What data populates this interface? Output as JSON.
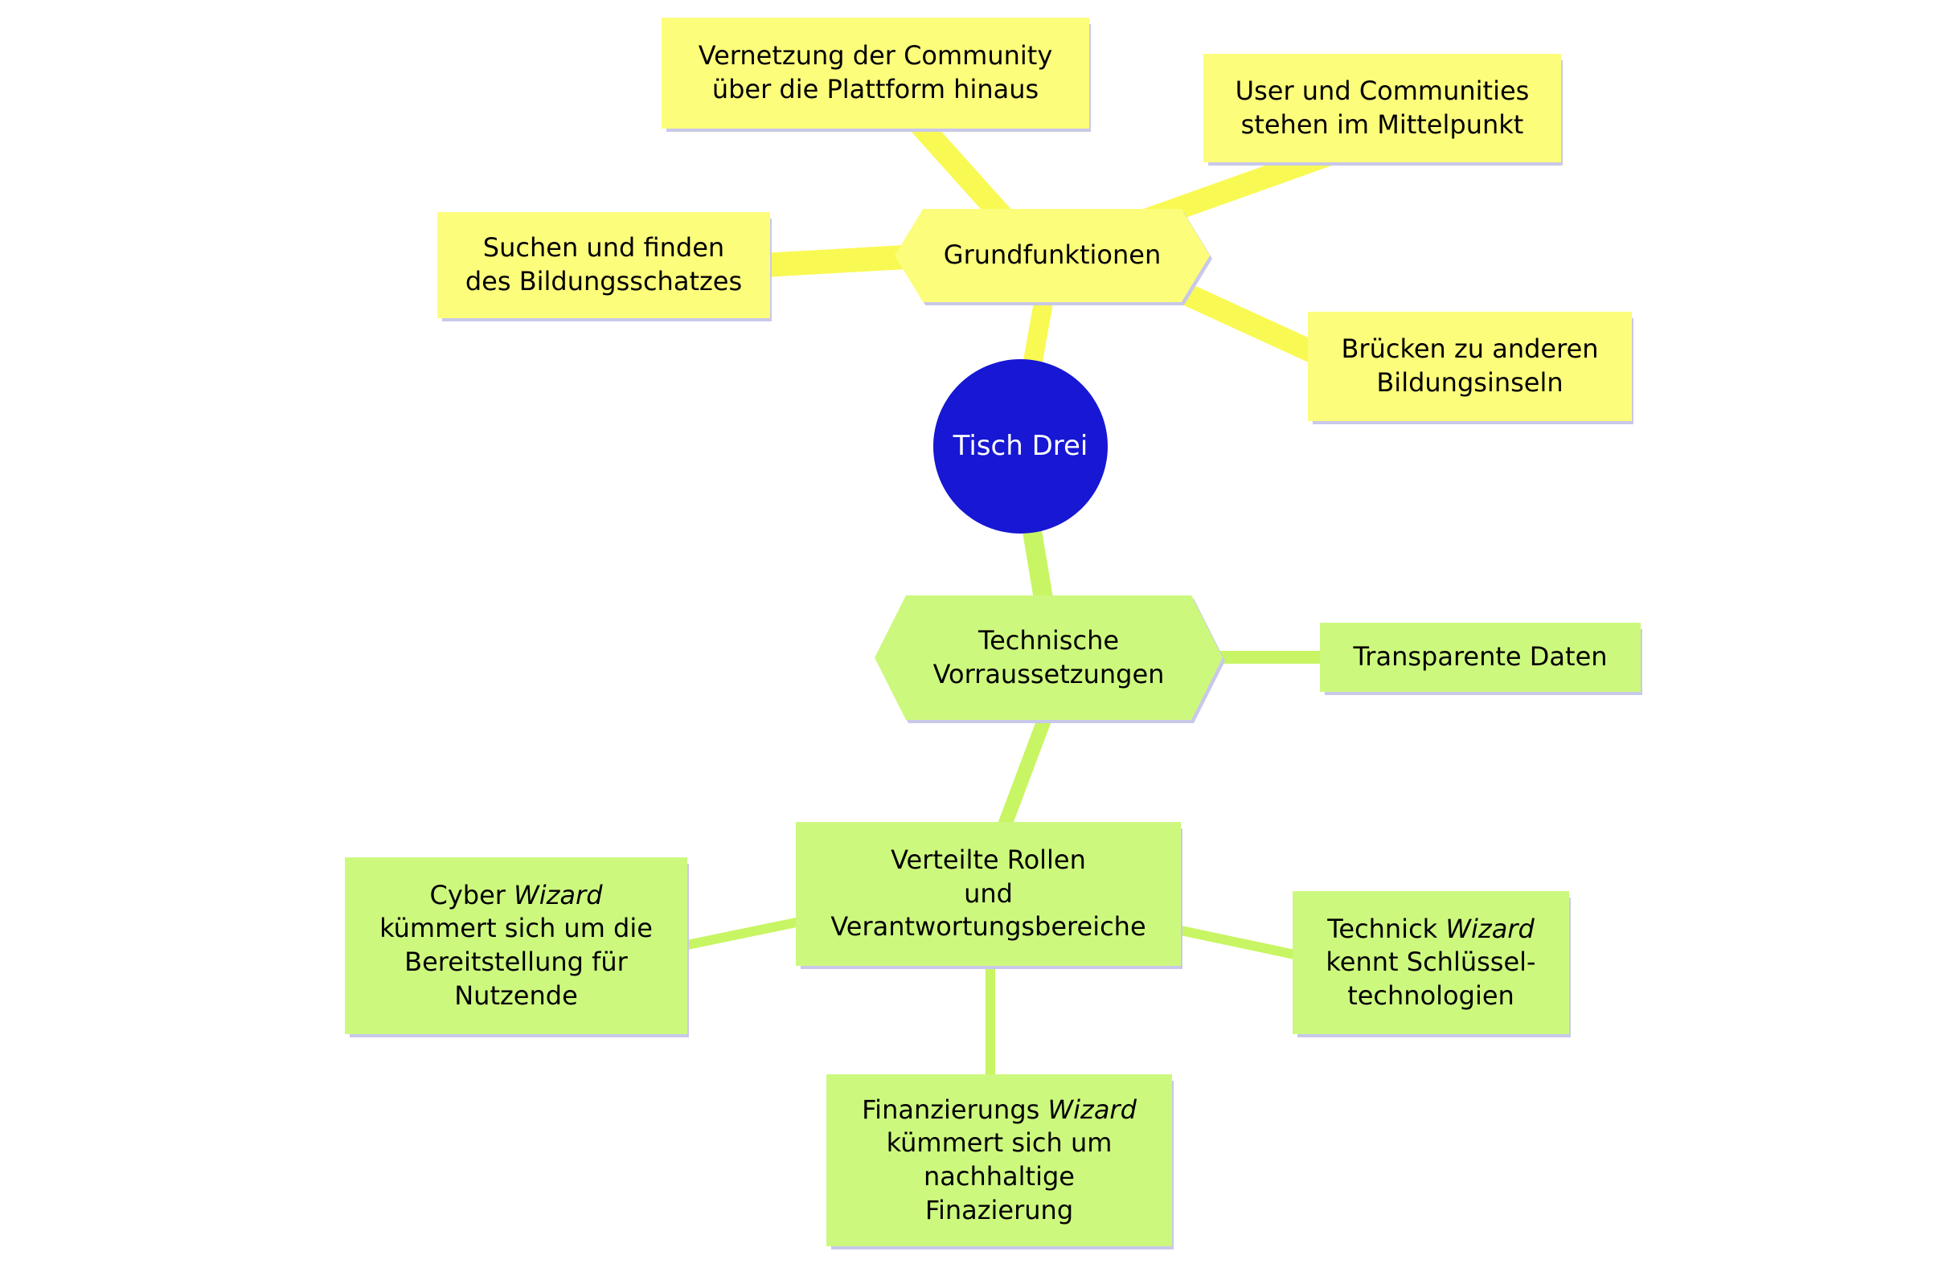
{
  "diagram_type": "mindmap",
  "colors": {
    "background": "#ffffff",
    "yellow_node": "#fdfd7c",
    "yellow_link": "#f9f954",
    "green_node": "#cdf87e",
    "green_link": "#c8f563",
    "root_blue": "#1717d4",
    "root_text": "#ffffff",
    "node_shadow": "#c8c8ea",
    "text": "#000000"
  },
  "nodes": {
    "root": {
      "label": "Tisch Drei"
    },
    "grundfunktionen": {
      "label": "Grundfunktionen"
    },
    "vernetzung": {
      "lines": [
        "Vernetzung der Community",
        "über die Plattform hinaus"
      ]
    },
    "user_communities": {
      "lines": [
        "User und Communities",
        "stehen im Mittelpunkt"
      ]
    },
    "suchen": {
      "lines": [
        "Suchen und finden",
        "des Bildungsschatzes"
      ]
    },
    "bruecken": {
      "lines": [
        "Brücken zu anderen",
        "Bildungsinseln"
      ]
    },
    "technische": {
      "lines": [
        "Technische",
        "Vorraussetzungen"
      ]
    },
    "transparente": {
      "lines": [
        "Transparente Daten"
      ]
    },
    "verteilte": {
      "lines": [
        "Verteilte Rollen",
        "und",
        "Verantwortungsbereiche"
      ]
    },
    "cyber": {
      "pre": "Cyber ",
      "em": "Wizard",
      "lines": [
        "kümmert sich um die",
        "Bereitstellung für",
        "Nutzende"
      ]
    },
    "technick": {
      "pre": "Technick ",
      "em": "Wizard",
      "lines": [
        "kennt Schlüssel-",
        "technologien"
      ]
    },
    "finanzierung": {
      "pre": "Finanzierungs ",
      "em": "Wizard",
      "lines": [
        "kümmert sich um",
        "nachhaltige",
        "Finazierung"
      ]
    }
  }
}
